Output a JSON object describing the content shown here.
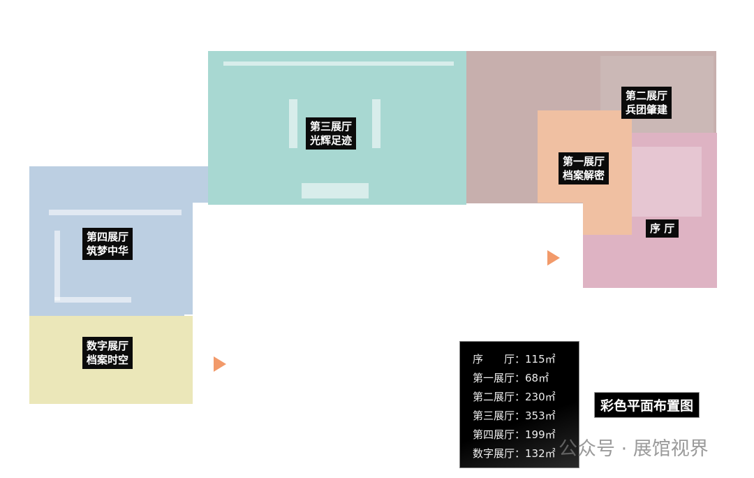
{
  "rooms": {
    "hall3": {
      "line1": "第三展厅",
      "line2": "光辉足迹",
      "color": "#a8d8d2"
    },
    "hall2": {
      "line1": "第二展厅",
      "line2": "兵团肇建",
      "color": "#c7afad"
    },
    "hall1": {
      "line1": "第一展厅",
      "line2": "档案解密",
      "color": "#f0c0a2"
    },
    "prelude": {
      "line1": "序 厅",
      "color": "#deb3c3"
    },
    "hall4": {
      "line1": "第四展厅",
      "line2": "筑梦中华",
      "color": "#bccfe2"
    },
    "digital": {
      "line1": "数字展厅",
      "line2": "档案时空",
      "color": "#ebe7b9"
    }
  },
  "legend": [
    {
      "name": "序　　厅：",
      "area": "115㎡"
    },
    {
      "name": "第一展厅：",
      "area": "68㎡"
    },
    {
      "name": "第二展厅：",
      "area": "230㎡"
    },
    {
      "name": "第三展厅：",
      "area": "353㎡"
    },
    {
      "name": "第四展厅：",
      "area": "199㎡"
    },
    {
      "name": "数字展厅：",
      "area": "132㎡"
    }
  ],
  "title": "彩色平面布置图",
  "watermark": "公众号 · 展馆视界",
  "arrow_color": "#f29a6a"
}
